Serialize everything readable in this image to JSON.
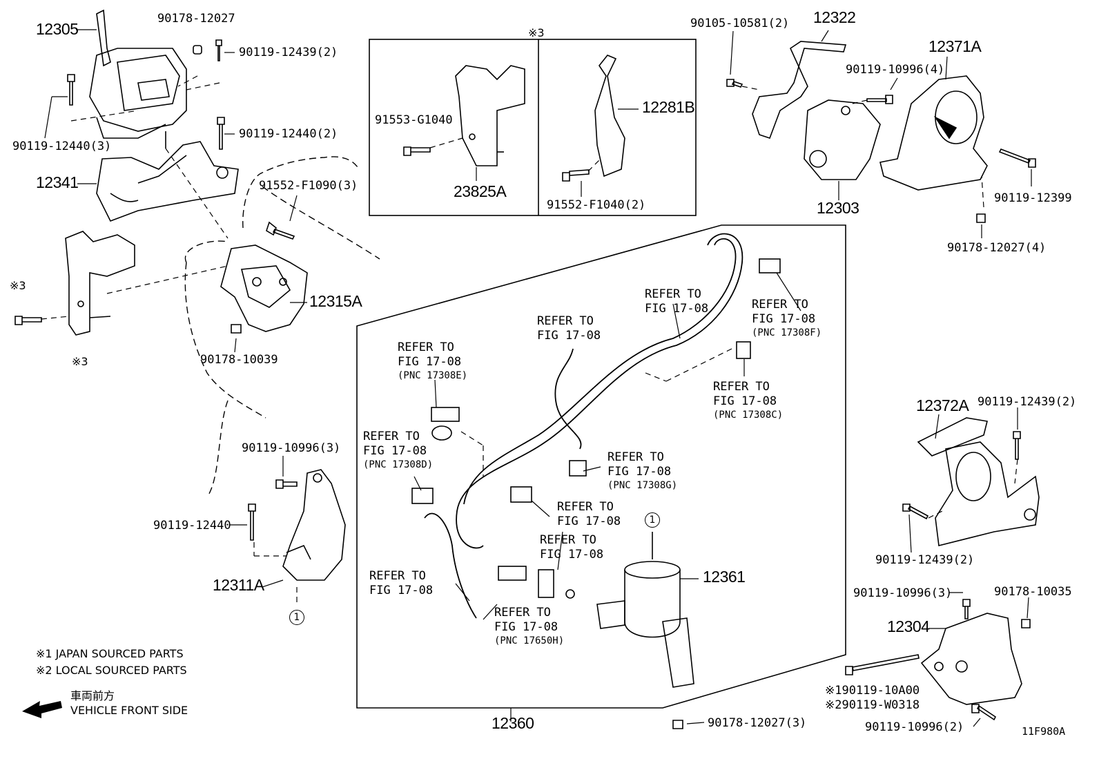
{
  "figure_code": "11F980A",
  "notes": {
    "note1": "※1 JAPAN SOURCED PARTS",
    "note2": "※2 LOCAL SOURCED PARTS",
    "front_jp": "車両前方",
    "front_en": "VEHICLE FRONT SIDE"
  },
  "marker": "※3",
  "circle_ref": "1",
  "parts": {
    "p12305": "12305",
    "p90178_12027": "90178-12027",
    "p90119_12439_2a": "90119-12439(2)",
    "p90119_12440_3": "90119-12440(3)",
    "p90119_12440_2": "90119-12440(2)",
    "p12341": "12341",
    "p91552_F1090_3": "91552-F1090(3)",
    "p12315A": "12315A",
    "p90178_10039": "90178-10039",
    "p91553_G1040": "91553-G1040",
    "p23825A": "23825A",
    "p12281B": "12281B",
    "p91552_F1040_2": "91552-F1040(2)",
    "p90105_10581_2": "90105-10581(2)",
    "p12322": "12322",
    "p12371A": "12371A",
    "p90119_10996_4": "90119-10996(4)",
    "p12303": "12303",
    "p90119_12399": "90119-12399",
    "p90178_12027_4": "90178-12027(4)",
    "p12372A": "12372A",
    "p90119_12439_2b": "90119-12439(2)",
    "p90119_12439_2c": "90119-12439(2)",
    "p90119_10996_3a": "90119-10996(3)",
    "p90119_12440": "90119-12440",
    "p12311A": "12311A",
    "p12361": "12361",
    "p12360": "12360",
    "p90178_12027_3": "90178-12027(3)",
    "p90119_10996_3b": "90119-10996(3)",
    "p90178_10035": "90178-10035",
    "p12304": "12304",
    "p90119_10A00": "※190119-10A00",
    "p90119_W0318": "※290119-W0318",
    "p90119_10996_2": "90119-10996(2)"
  },
  "refs": {
    "refer_line1": "REFER TO",
    "refer_line2": "FIG 17-08",
    "pnc_17308E": "(PNC 17308E)",
    "pnc_17308D": "(PNC 17308D)",
    "pnc_17308F": "(PNC 17308F)",
    "pnc_17308C": "(PNC 17308C)",
    "pnc_17308G": "(PNC 17308G)",
    "pnc_17650H": "(PNC 17650H)"
  }
}
